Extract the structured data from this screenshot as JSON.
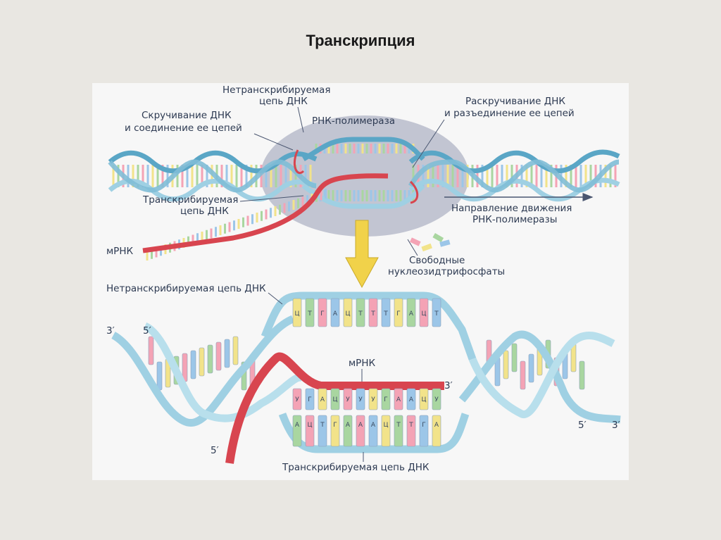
{
  "title": "Транскрипция",
  "colors": {
    "background": "#e9e7e2",
    "panel": "#f7f7f7",
    "dna_strand": "#9fd0e3",
    "dna_strand_dark": "#5aa6c6",
    "mrna": "#d8454f",
    "polymerase": "#b9bccb",
    "arrow": "#f1d24a",
    "bases": [
      "#f2e38a",
      "#a9d6a0",
      "#f4a3b5",
      "#9cc6e8"
    ]
  },
  "labels": {
    "non_template_top": [
      "Нетранскрибируемая",
      "цепь ДНК"
    ],
    "rewinding": [
      "Скручивание ДНК",
      "и соединение ее цепей"
    ],
    "polymerase": "РНК-полимераза",
    "unwinding": [
      "Раскручивание ДНК",
      "и разъединение ее цепей"
    ],
    "template_top": [
      "Транскрибируемая",
      "цепь ДНК"
    ],
    "direction": [
      "Направление движения",
      "РНК-полимеразы"
    ],
    "mrna_top": "мРНК",
    "free_nucleotides": [
      "Свободные",
      "нуклеозидтрифосфаты"
    ],
    "non_template_bottom": "Нетранскрибируемая цепь ДНК",
    "mrna_bottom": "мРНК",
    "template_bottom": "Транскрибируемая цепь ДНК",
    "end_3_left": "3′",
    "end_5_left": "5′",
    "end_3_mrna": "3′",
    "end_5_mrna": "5′",
    "end_5_right": "5′",
    "end_3_right": "3′"
  },
  "bases": {
    "top_strand": [
      "Ц",
      "Т",
      "Г",
      "А",
      "Ц",
      "Т",
      "Т",
      "Т",
      "Г",
      "А",
      "Ц",
      "Т"
    ],
    "mrna": [
      "У",
      "Г",
      "А",
      "Ц",
      "У",
      "У",
      "У",
      "Г",
      "А",
      "А",
      "Ц",
      "У"
    ],
    "template": [
      "А",
      "Ц",
      "Т",
      "Г",
      "А",
      "А",
      "А",
      "Ц",
      "Т",
      "Т",
      "Г",
      "А"
    ]
  }
}
